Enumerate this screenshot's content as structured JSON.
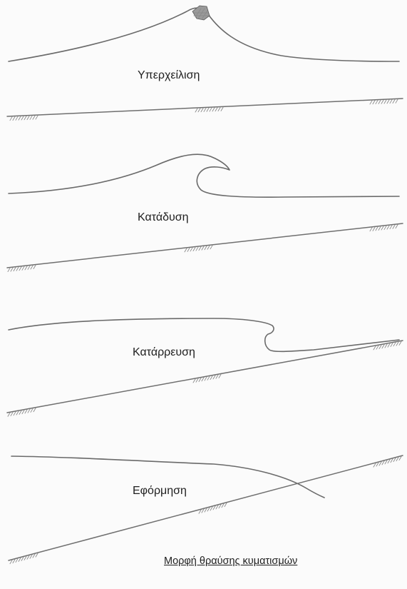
{
  "title": "",
  "breakers": [
    {
      "id": "spilling",
      "label": "Υπερχείλιση"
    },
    {
      "id": "plunging",
      "label": "Κατάδυση"
    },
    {
      "id": "collapsing",
      "label": "Κατάρρευση"
    },
    {
      "id": "surging",
      "label": "Εφόρμηση"
    }
  ],
  "caption": "Μορφή θραύσης κυματισμών",
  "colors": {
    "line": "#6a6a6a",
    "text": "#1e1e1e",
    "background": "#fbfbfb"
  }
}
